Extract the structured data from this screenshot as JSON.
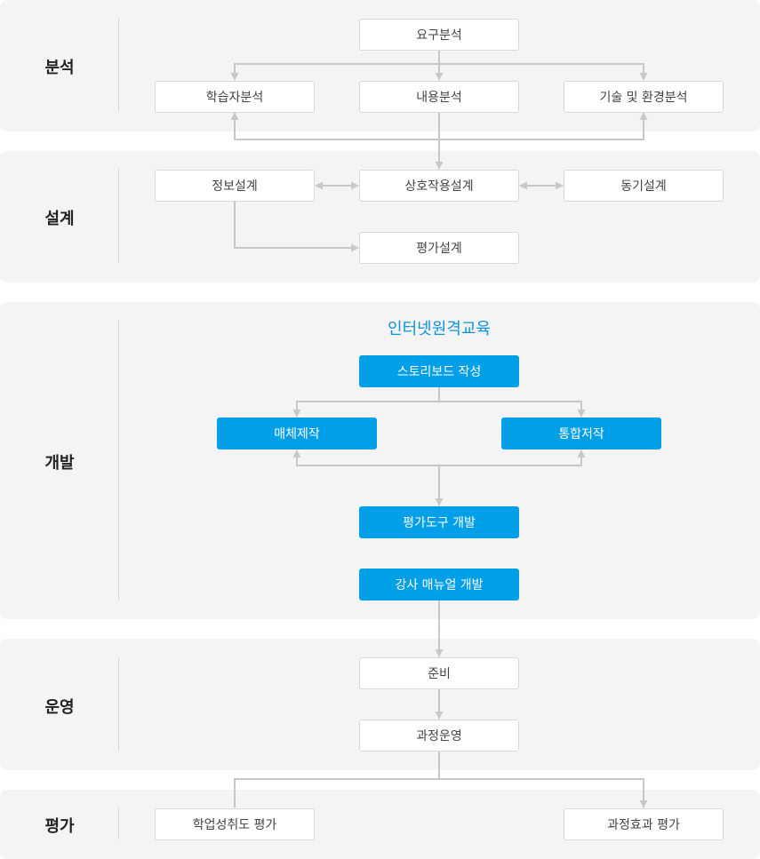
{
  "colors": {
    "section_bg": "#f4f4f4",
    "connector": "#c8c8c8",
    "accent_blue": "#009fe8",
    "subtitle_blue": "#0f93dd"
  },
  "sections": {
    "analysis": "분석",
    "design": "설계",
    "development": "개발",
    "operation": "운영",
    "evaluation": "평가"
  },
  "analysis": {
    "needs": "요구분석",
    "learner": "학습자분석",
    "content": "내용분석",
    "tech_env": "기술 및 환경분석"
  },
  "design": {
    "info": "정보설계",
    "interaction": "상호작용설계",
    "motivation": "동기설계",
    "evaluation": "평가설계"
  },
  "development": {
    "subtitle": "인터넷원격교육",
    "storyboard": "스토리보드 작성",
    "media": "매체제작",
    "authoring": "통합저작",
    "eval_tool": "평가도구 개발",
    "manual": "강사 매뉴얼 개발"
  },
  "operation": {
    "prep": "준비",
    "course": "과정운영"
  },
  "evaluation": {
    "achievement": "학업성취도 평가",
    "effectiveness": "과정효과 평가"
  }
}
